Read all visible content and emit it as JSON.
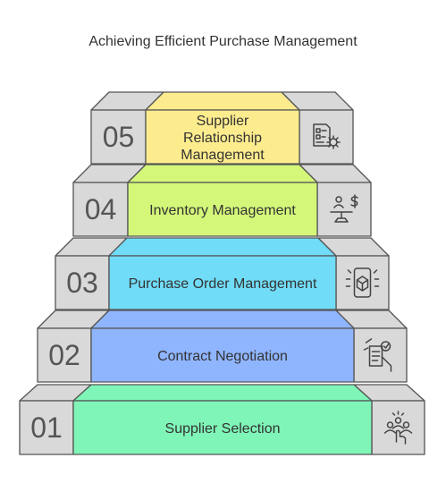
{
  "title": "Achieving Efficient Purchase Management",
  "steps": [
    {
      "number": "01",
      "label": [
        "Supplier Selection"
      ],
      "color": "#7ff5b7",
      "icon": "people-selection-icon"
    },
    {
      "number": "02",
      "label": [
        "Contract Negotiation"
      ],
      "color": "#8fb5ff",
      "icon": "contract-check-icon"
    },
    {
      "number": "03",
      "label": [
        "Purchase Order Management"
      ],
      "color": "#71dcf7",
      "icon": "mobile-package-icon"
    },
    {
      "number": "04",
      "label": [
        "Inventory Management"
      ],
      "color": "#d4f77a",
      "icon": "person-balance-dollar-icon"
    },
    {
      "number": "05",
      "label": [
        "Supplier",
        "Relationship",
        "Management"
      ],
      "color": "#fdec8e",
      "icon": "document-gear-icon"
    }
  ],
  "colors": {
    "gray": "#d9d9d9",
    "stroke": "#555555"
  }
}
